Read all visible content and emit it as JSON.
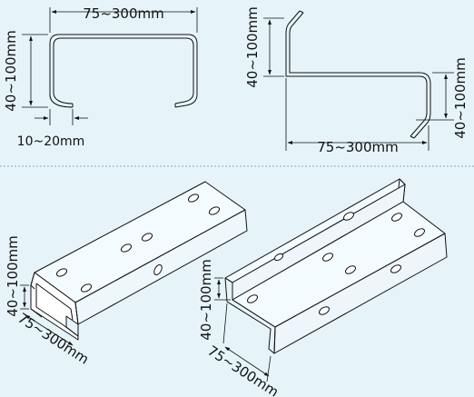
{
  "diagram": {
    "c_section": {
      "width_label": "75~300mm",
      "height_label": "40~100mm",
      "flange_label": "10~20mm"
    },
    "z_section": {
      "height_label_top": "40~100mm",
      "height_label_bottom": "40~100mm",
      "width_label": "75~300mm"
    },
    "c_channel_3d": {
      "height_label": "40~100mm",
      "width_label": "75~300mm"
    },
    "z_channel_3d": {
      "height_label": "40~100mm",
      "width_label": "75~300mm"
    }
  },
  "colors": {
    "background": "#e6f4fa",
    "part_fill": "#f4fbff",
    "stroke": "#111111",
    "divider": "#7fa9c8"
  }
}
